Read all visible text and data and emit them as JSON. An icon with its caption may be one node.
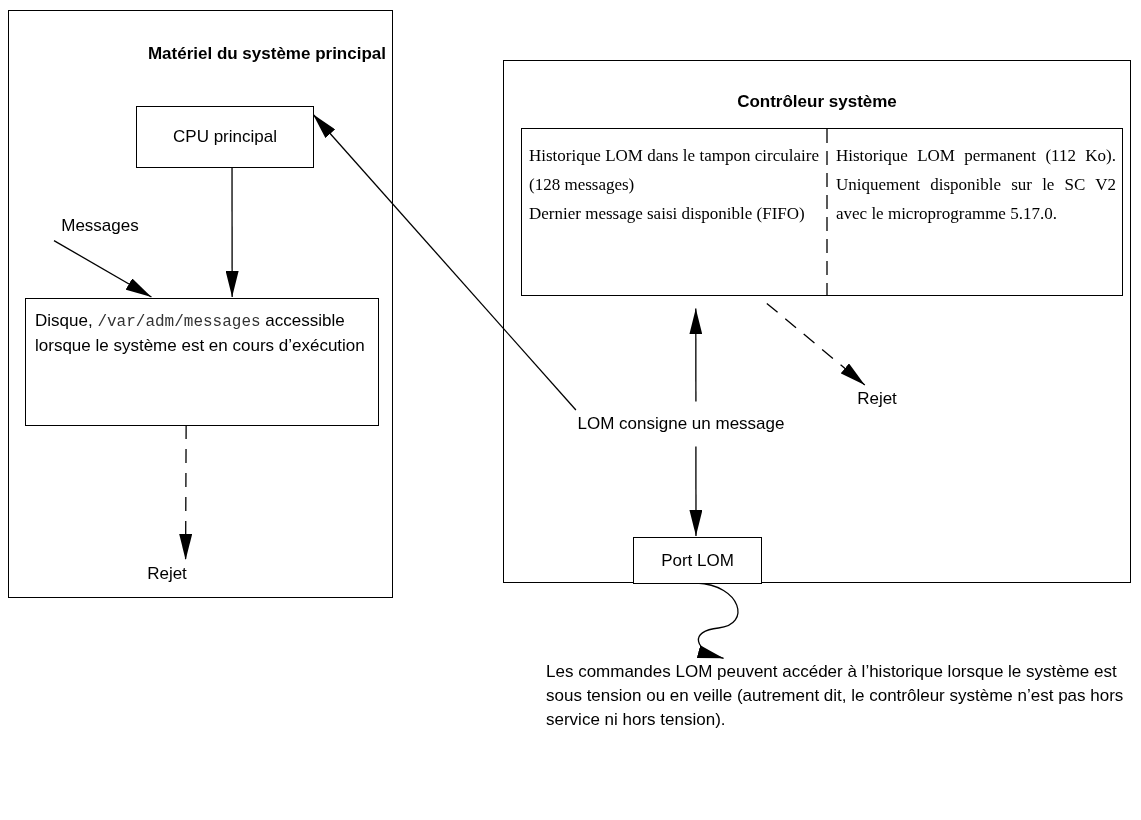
{
  "diagram": {
    "nodes": [
      {
        "text": [
          "Matériel du système principal"
        ]
      },
      {
        "text": [
          "CPU principal"
        ],
        "in": 0
      },
      {
        "text": [
          "Messages"
        ],
        "in": 0
      },
      {
        "text": [
          "Disque,",
          "/var/adm/messages",
          "accessible lorsque le système est en cours d’exécution"
        ],
        "in": 0
      },
      {
        "text": [
          "Rejet"
        ],
        "in": 0
      },
      {
        "text": [
          "Contrôleur système"
        ]
      },
      {
        "text": [
          "Historique LOM dans le tampon circulaire (128 messages)",
          "Dernier message saisi disponible (FIFO)",
          "Historique LOM permanent (112 Ko). Uniquement disponible sur le SC V2 avec le microprogramme 5.17.0."
        ],
        "in": 5
      },
      {
        "text": [
          "Rejet"
        ],
        "in": 5
      },
      {
        "text": [
          "LOM consigne un message"
        ],
        "in": 5
      },
      {
        "text": [
          "Port LOM"
        ],
        "in": 5
      },
      {
        "text": [
          "Les commandes LOM peuvent accéder à l’historique lorsque le système est sous tension ou en veille (autrement dit, le contrôleur système n’est pas hors service ni hors tension)."
        ]
      }
    ],
    "edges": [
      {
        "from": 8,
        "to": 1,
        "arrow": "to"
      },
      {
        "from": 8,
        "to": 6,
        "arrow": "to"
      },
      {
        "from": 8,
        "to": 9,
        "arrow": "to"
      },
      {
        "from": 2,
        "to": 3,
        "arrow": "to"
      },
      {
        "from": 1,
        "to": 3,
        "arrow": "to"
      },
      {
        "from": 3,
        "to": 4,
        "arrow": "to",
        "style": "dashed"
      },
      {
        "from": 6,
        "to": 7,
        "arrow": "to",
        "style": "dashed"
      },
      {
        "from": 9,
        "to": 10,
        "arrow": "to"
      }
    ]
  }
}
